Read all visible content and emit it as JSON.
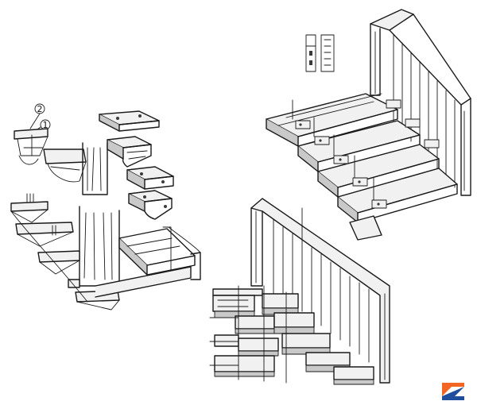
{
  "figure": {
    "panels": [
      {
        "id": "upper-left",
        "callouts": [
          "2",
          "1"
        ]
      },
      {
        "id": "upper-right"
      },
      {
        "id": "lower-center"
      }
    ]
  },
  "logo": {
    "letter": "Z",
    "colors": {
      "orange": "#f26522",
      "blue": "#1f4e9c"
    }
  }
}
